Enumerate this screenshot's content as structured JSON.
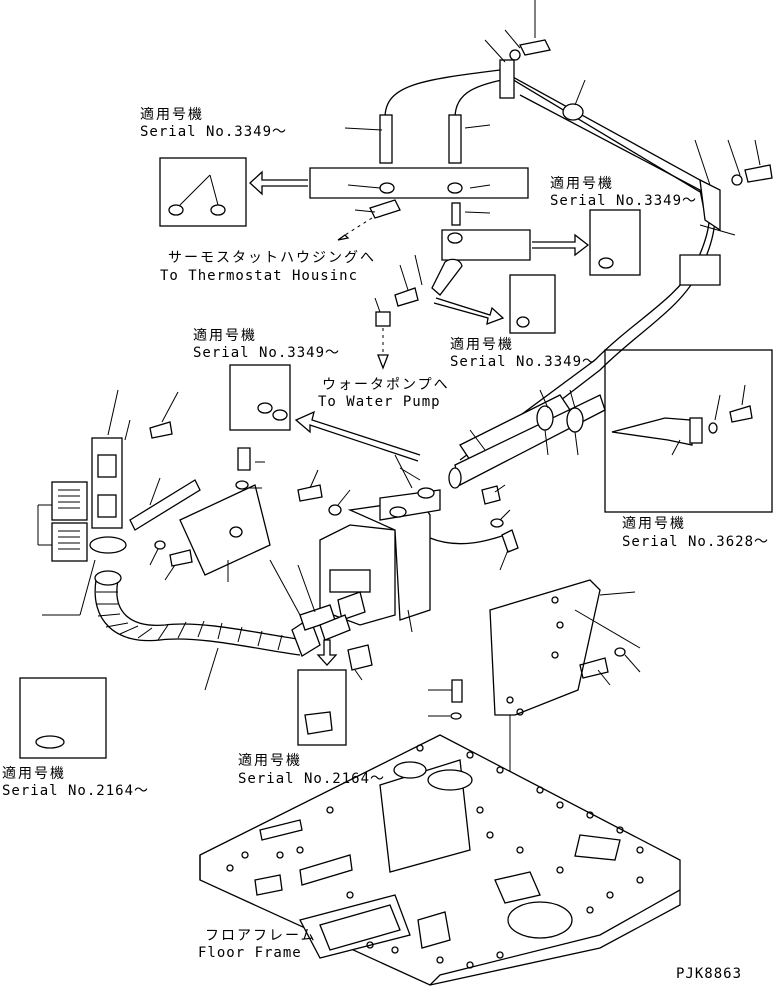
{
  "diagram_code": "PJK8863",
  "callouts": {
    "applicable_jp": "適用号機",
    "serial_3349": "Serial No.3349～",
    "serial_3628": "Serial No.3628～",
    "serial_2164": "Serial No.2164～"
  },
  "destinations": {
    "thermostat_jp": "サーモスタットハウジングへ",
    "thermostat_en": "To Thermostat Housinc",
    "water_pump_jp": "ウォータポンプへ",
    "water_pump_en": "To Water Pump"
  },
  "parts": {
    "floor_frame_jp": "フロアフレーム",
    "floor_frame_en": "Floor Frame"
  }
}
